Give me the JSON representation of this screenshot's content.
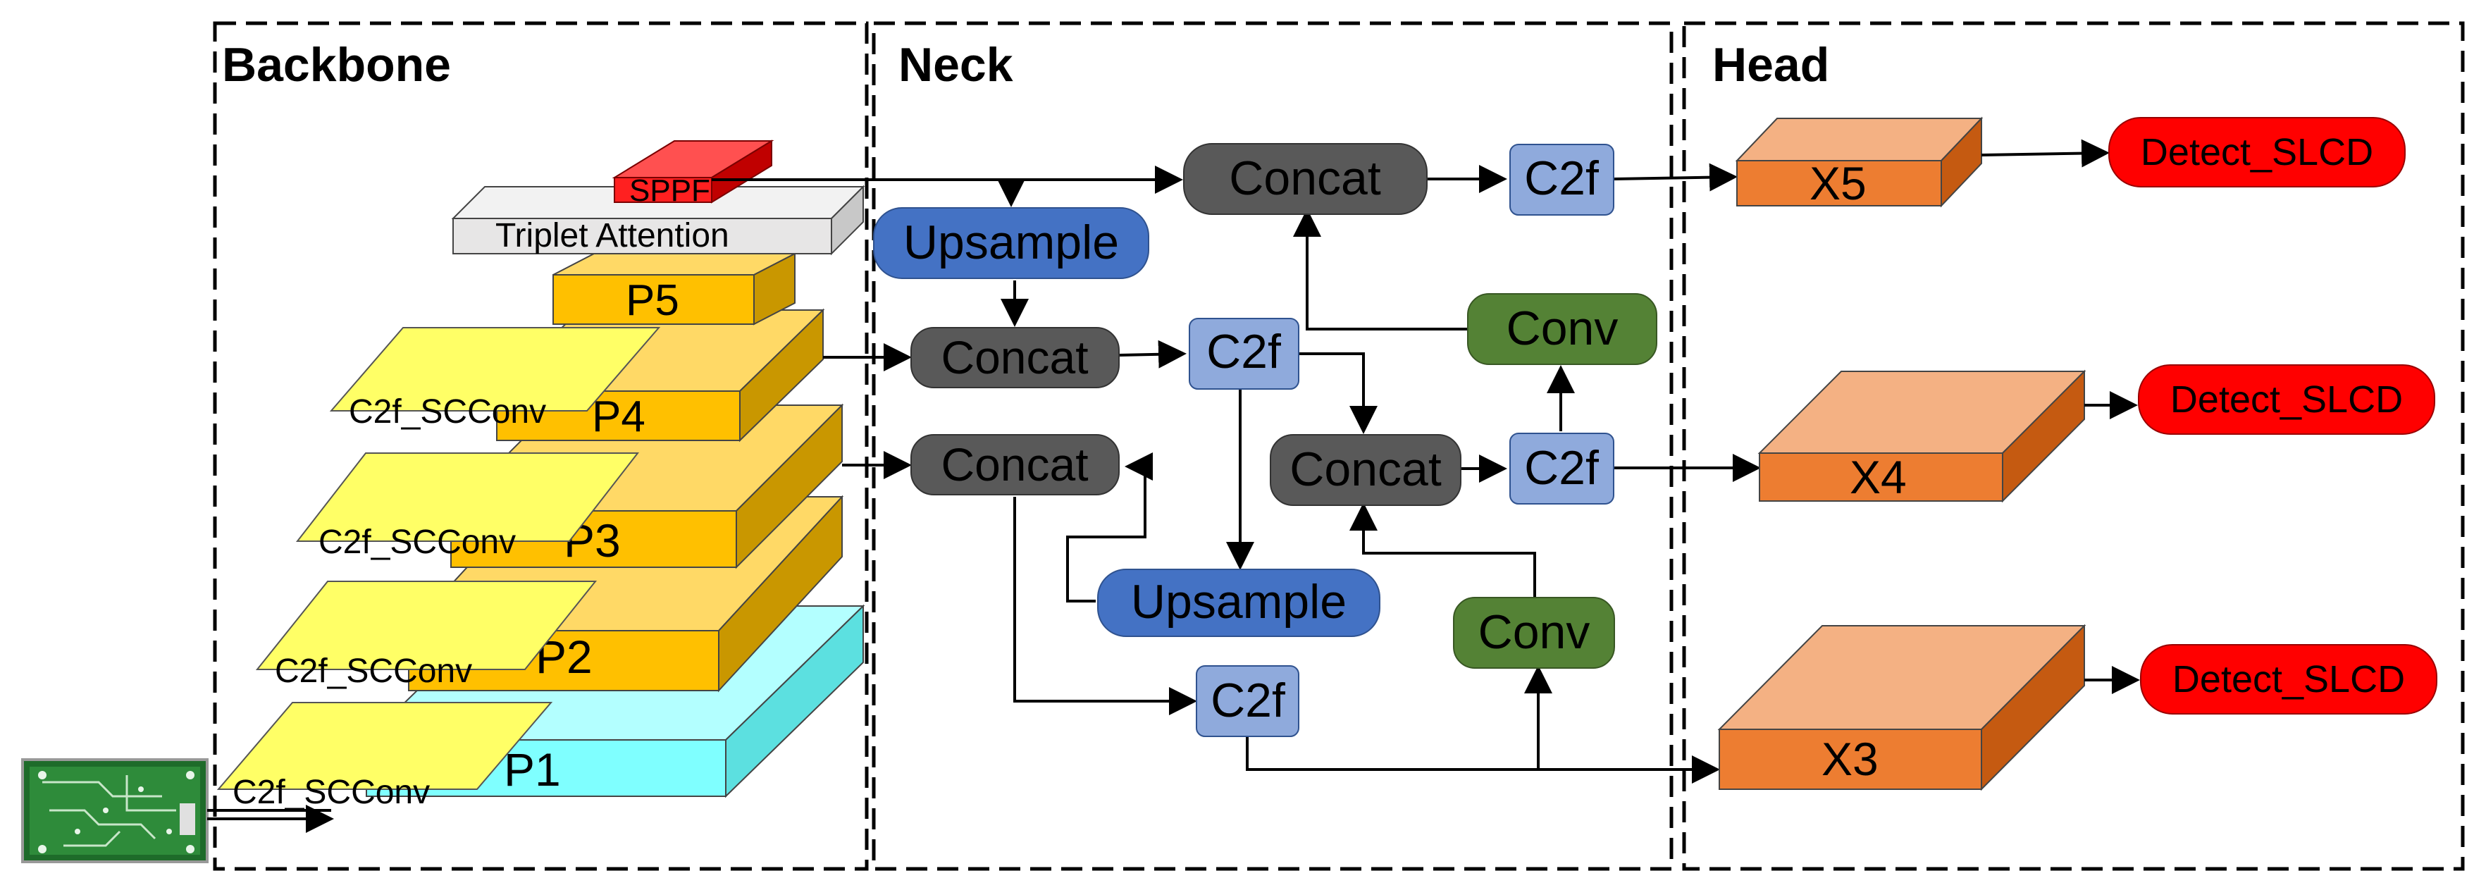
{
  "sections": {
    "backbone": "Backbone",
    "neck": "Neck",
    "head": "Head"
  },
  "backbone": {
    "sppf": "SPPF",
    "triplet_attention": "Triplet Attention",
    "p5": "P5",
    "p4": "P4",
    "p3": "P3",
    "p2": "P2",
    "p1": "P1",
    "c2f_scconv": [
      "C2f_SCConv",
      "C2f_SCConv",
      "C2f_SCConv",
      "C2f_SCConv"
    ]
  },
  "neck": {
    "concat_top": "Concat",
    "upsample_top": "Upsample",
    "concat_p4": "Concat",
    "concat_p3": "Concat",
    "concat_mid": "Concat",
    "c2f_top": "C2f",
    "c2f_p4": "C2f",
    "c2f_mid": "C2f",
    "c2f_bottom": "C2f",
    "conv_top": "Conv",
    "conv_bottom": "Conv",
    "upsample_mid": "Upsample"
  },
  "head": {
    "x5": "X5",
    "x4": "X4",
    "x3": "X3",
    "detect": [
      "Detect_SLCD",
      "Detect_SLCD",
      "Detect_SLCD"
    ]
  },
  "colors": {
    "concat": "#595959",
    "upsample": "#4472C4",
    "c2f": "#8FAADC",
    "conv": "#548235",
    "detect": "#FF0000",
    "p_layer": "#FFC000",
    "p1_layer": "#7FFFFF",
    "c2f_scconv": "#FFFF66",
    "head_box": "#ED7D31",
    "sppf": "#FF2020",
    "triplet": "#E7E6E6"
  },
  "icons": {
    "input_image": "pcb-board-icon"
  }
}
